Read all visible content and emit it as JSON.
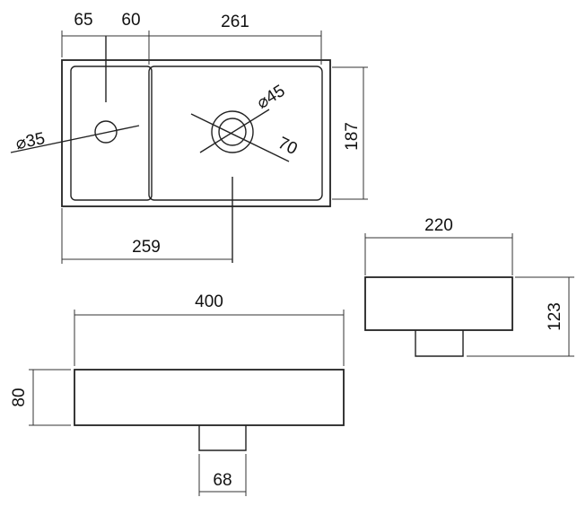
{
  "top_view": {
    "dim_tap_offset": "65",
    "dim_divider_gap": "60",
    "dim_basin_width": "261",
    "dim_tap_hole": "⌀35",
    "dim_drain_hole": "⌀45",
    "dim_drain_outer": "70",
    "dim_depth": "187",
    "dim_drain_offset": "259"
  },
  "side_view": {
    "dim_width": "220",
    "dim_height": "123"
  },
  "front_view": {
    "dim_length": "400",
    "dim_height": "80",
    "dim_waste": "68"
  }
}
